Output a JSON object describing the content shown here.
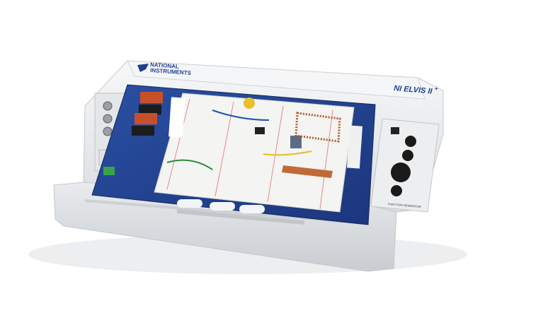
{
  "brand": {
    "line1": "NATIONAL",
    "line2": "INSTRUMENTS"
  },
  "product": {
    "name": "NI ELVIS II",
    "superscript": "+"
  },
  "panel": {
    "function_generator_label": "FUNCTION GENERATOR"
  },
  "colors": {
    "housing": "#eef0f2",
    "board": "#1f3f8f",
    "breadboard": "#f4f4f2",
    "knob": "#1a1a1a",
    "connector_orange": "#c7502a"
  }
}
